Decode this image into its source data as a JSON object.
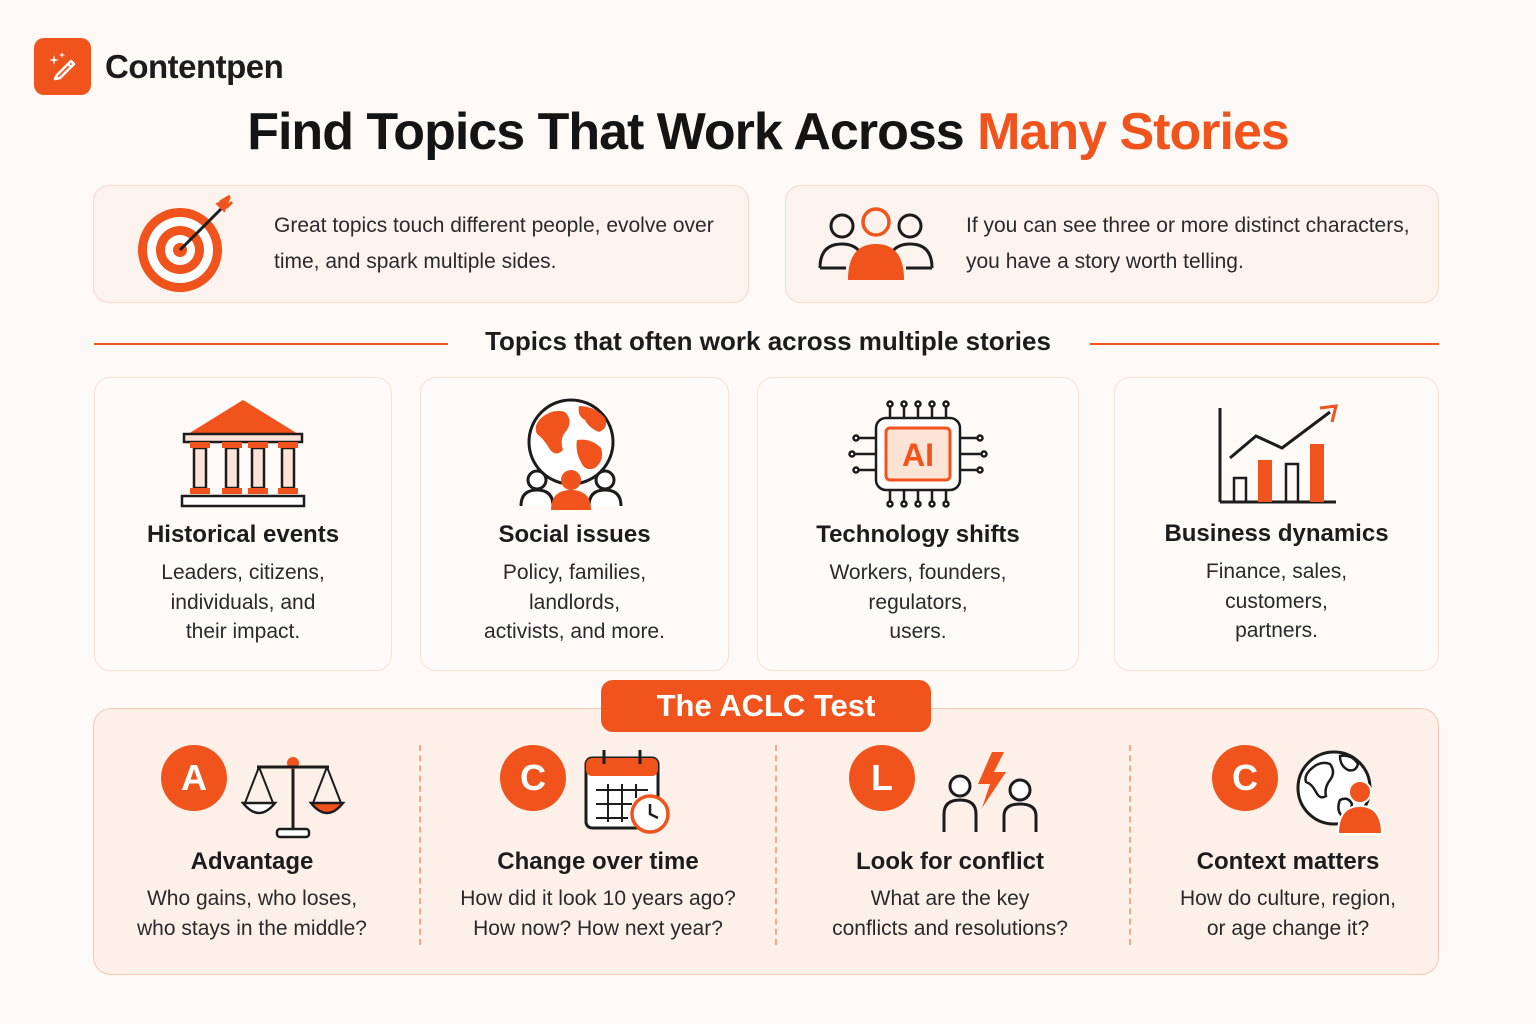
{
  "brand": {
    "name": "Contentpen"
  },
  "title": {
    "main": "Find Topics That Work Across ",
    "accent": "Many Stories"
  },
  "intro_cards": [
    {
      "icon": "target-icon",
      "text": "Great topics touch different people, evolve over time, and spark multiple sides."
    },
    {
      "icon": "people-group-icon",
      "text": "If you can see three or more distinct characters, you have a story worth telling."
    }
  ],
  "section": {
    "heading": "Topics that often work across multiple stories"
  },
  "topics": [
    {
      "icon": "pillars-icon",
      "title": "Historical events",
      "desc": "Leaders, citizens,\nindividuals, and\ntheir impact."
    },
    {
      "icon": "globe-people-icon",
      "title": "Social issues",
      "desc": "Policy, families,\nlandlords,\nactivists, and more."
    },
    {
      "icon": "ai-chip-icon",
      "title": "Technology shifts",
      "desc": "Workers, founders,\nregulators,\nusers."
    },
    {
      "icon": "bar-chart-growth-icon",
      "title": "Business dynamics",
      "desc": "Finance, sales,\ncustomers,\npartners."
    }
  ],
  "aclc": {
    "label": "The ACLC Test",
    "items": [
      {
        "letter": "A",
        "icon": "scales-icon",
        "title": "Advantage",
        "desc": "Who gains, who loses,\nwho stays in the middle?"
      },
      {
        "letter": "C",
        "icon": "calendar-clock-icon",
        "title": "Change over time",
        "desc": "How did it look 10 years ago?\nHow now? How next year?"
      },
      {
        "letter": "L",
        "icon": "conflict-icon",
        "title": "Look for conflict",
        "desc": "What are the key\nconflicts and resolutions?"
      },
      {
        "letter": "C",
        "icon": "globe-person-icon",
        "title": "Context matters",
        "desc": "How do culture, region,\nor age change it?"
      }
    ]
  },
  "colors": {
    "accent": "#f0531c",
    "background": "#fdf9f6",
    "text": "#1c1c1c"
  },
  "ai_chip_label": "AI"
}
